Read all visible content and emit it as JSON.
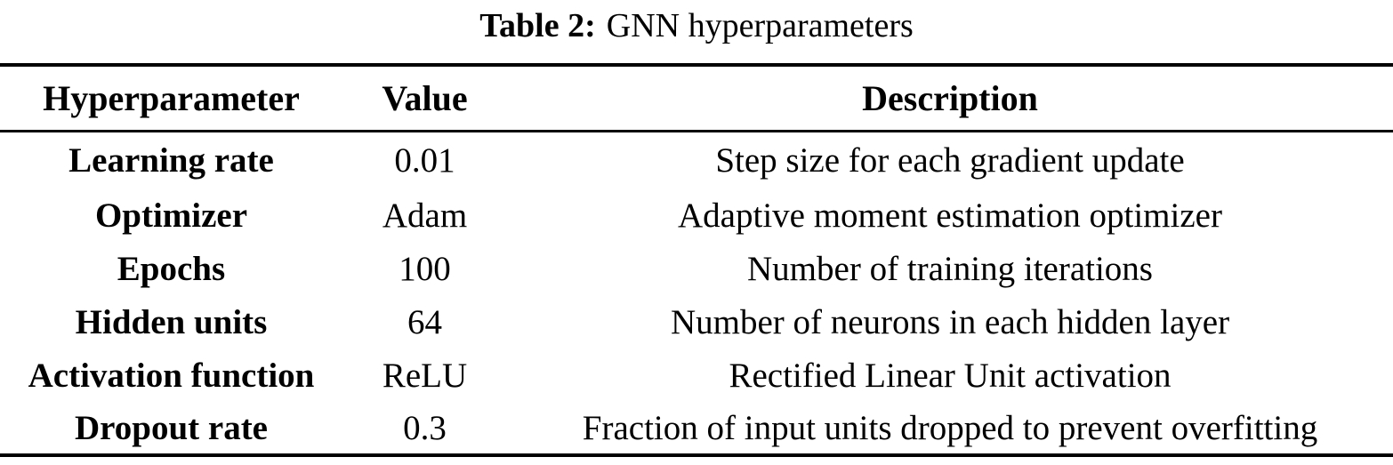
{
  "caption": {
    "label": "Table 2:",
    "text": "GNN hyperparameters"
  },
  "table": {
    "columns": [
      "Hyperparameter",
      "Value",
      "Description"
    ],
    "rows": [
      {
        "hyperparameter": "Learning rate",
        "value": "0.01",
        "description": "Step size for each gradient update"
      },
      {
        "hyperparameter": "Optimizer",
        "value": "Adam",
        "description": "Adaptive moment estimation optimizer"
      },
      {
        "hyperparameter": "Epochs",
        "value": "100",
        "description": "Number of training iterations"
      },
      {
        "hyperparameter": "Hidden units",
        "value": "64",
        "description": "Number of neurons in each hidden layer"
      },
      {
        "hyperparameter": "Activation function",
        "value": "ReLU",
        "description": "Rectified Linear Unit activation"
      },
      {
        "hyperparameter": "Dropout rate",
        "value": "0.3",
        "description": "Fraction of input units dropped to prevent overfitting"
      }
    ]
  }
}
